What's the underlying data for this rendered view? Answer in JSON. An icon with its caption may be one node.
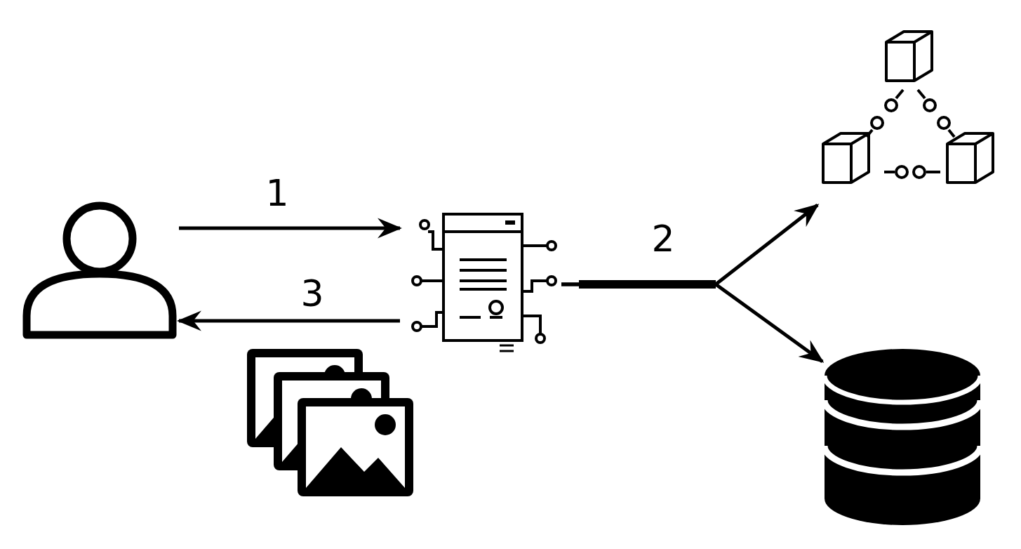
{
  "diagram": {
    "nodes": [
      {
        "text": [],
        "shape": "person"
      },
      {
        "text": [],
        "shape": "picture"
      },
      {
        "text": [],
        "shape": "picture"
      },
      {
        "text": [],
        "shape": "cylinder"
      }
    ],
    "edges": [
      {
        "from": 0,
        "to": 1,
        "arrow": "to",
        "label": "1"
      },
      {
        "from": 1,
        "to": 2,
        "arrow": "to",
        "label": "2"
      },
      {
        "from": 1,
        "to": 3,
        "arrow": "to"
      },
      {
        "from": 1,
        "to": 0,
        "arrow": "to",
        "label": "3"
      }
    ]
  }
}
